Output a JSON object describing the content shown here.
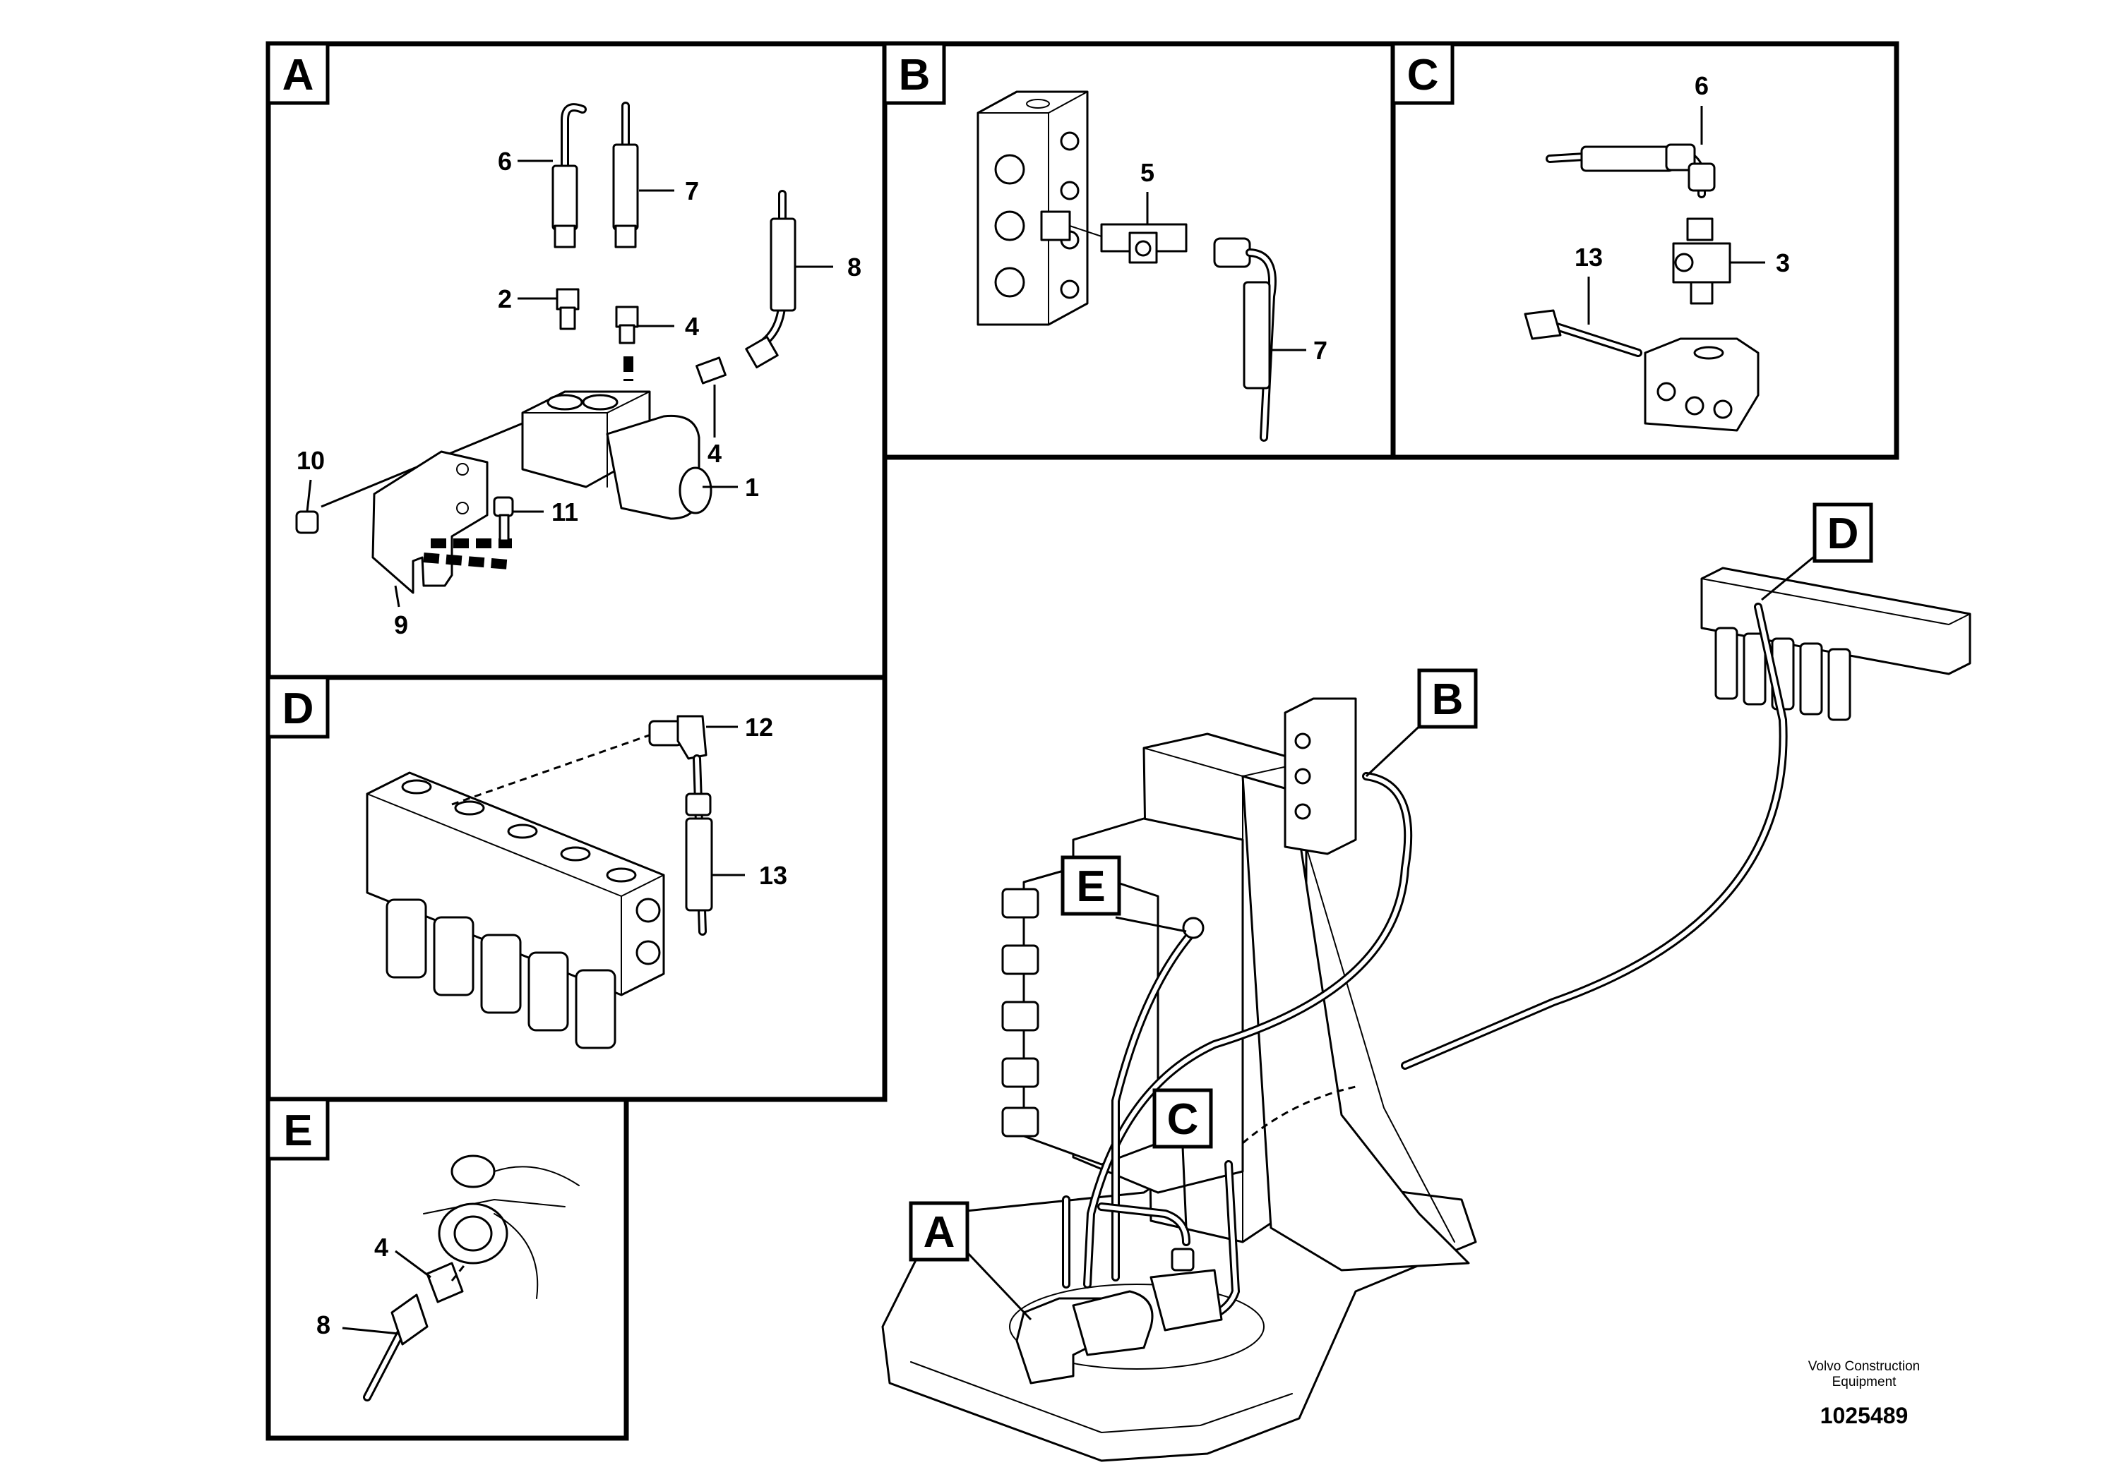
{
  "panels": {
    "A": {
      "label": "A",
      "callouts": [
        "6",
        "7",
        "8",
        "2",
        "4",
        "4",
        "1",
        "10",
        "11",
        "9"
      ]
    },
    "B": {
      "label": "B",
      "callouts": [
        "5",
        "7"
      ]
    },
    "C": {
      "label": "C",
      "callouts": [
        "6",
        "3",
        "13"
      ]
    },
    "D": {
      "label": "D",
      "callouts": [
        "12",
        "13"
      ]
    },
    "E": {
      "label": "E",
      "callouts": [
        "4",
        "8"
      ]
    }
  },
  "overview": {
    "markers": [
      "A",
      "B",
      "C",
      "D",
      "E"
    ]
  },
  "footer": {
    "brand_line1": "Volvo Construction",
    "brand_line2": "Equipment",
    "drawing_id": "1025489"
  }
}
